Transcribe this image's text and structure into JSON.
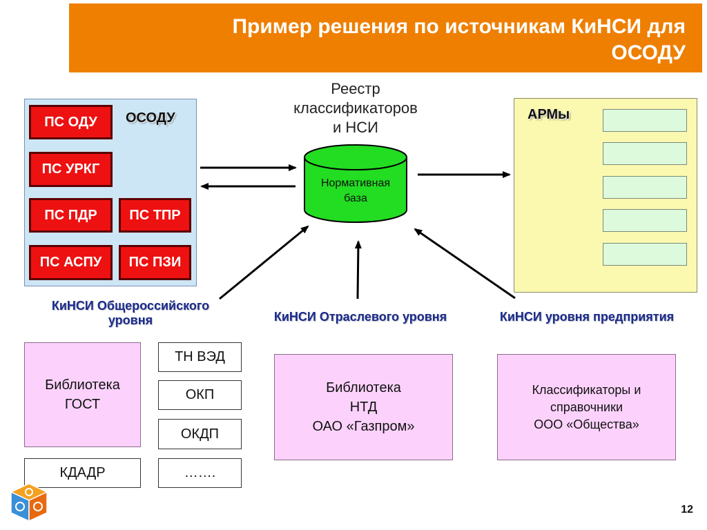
{
  "title": {
    "line1": "Пример решения по источникам КиНСИ для",
    "line2": "ОСОДУ"
  },
  "osodu_panel": {
    "label": "ОСОДУ",
    "items": [
      "ПС ОДУ",
      "ПС УРКГ",
      "ПС ПДР",
      "ПС ТПР",
      "ПС АСПУ",
      "ПС ПЗИ"
    ]
  },
  "registry": {
    "line1": "Реестр",
    "line2": "классификаторов",
    "line3": "и НСИ"
  },
  "database": {
    "line1": "Нормативная",
    "line2": "база"
  },
  "arms_panel": {
    "label": "АРМы"
  },
  "levels": {
    "national_line1": "КиНСИ Общероссийского",
    "national_line2": "уровня",
    "industry": "КиНСИ Отраслевого уровня",
    "enterprise": "КиНСИ уровня предприятия"
  },
  "libraries": {
    "gost_line1": "Библиотека",
    "gost_line2": "ГОСТ",
    "small_boxes": [
      "ТН ВЭД",
      "ОКП",
      "ОКДП",
      "КДАДР",
      "……."
    ],
    "ntd_line1": "Библиотека",
    "ntd_line2": "НТД",
    "ntd_line3": "ОАО «Газпром»",
    "cls_line1": "Классификаторы и",
    "cls_line2": "справочники",
    "cls_line3": "ООО «Общества»"
  },
  "page_number": "12",
  "colors": {
    "title_bar": "#ee7f00",
    "ps_block": "#ee1111",
    "database": "#22dd22",
    "osodu_panel": "#cde6f5",
    "arms_panel": "#fbf8b0",
    "library_box": "#fcd2fc",
    "level_text": "#1a2a8c"
  },
  "icons": [
    "cube-logo-icon"
  ]
}
